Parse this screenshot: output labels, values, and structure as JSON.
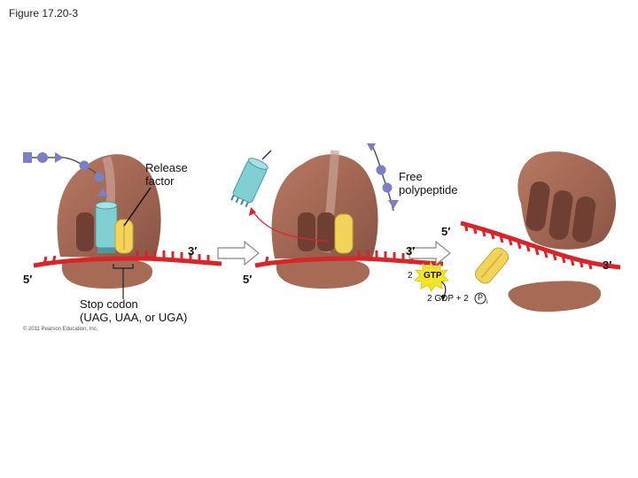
{
  "figure_title": "Figure 17.20-3",
  "labels": {
    "release_factor": "Release\nfactor",
    "free_polypeptide": "Free\npolypeptide",
    "stop_codon": "Stop codon\n(UAG, UAA, or UGA)",
    "gtp": "GTP",
    "gtp_count": "2",
    "gdp_pi": "2 GDP + 2",
    "pi_symbol": "P",
    "pi_subscript": "i",
    "copyright": "© 2011 Pearson Education, Inc."
  },
  "ends": {
    "p1_5": "5′",
    "p1_3": "3′",
    "p2_5": "5′",
    "p2_3": "3′",
    "p3_5": "5′",
    "p3_3": "3′"
  },
  "colors": {
    "ribosome": "#a66a55",
    "ribosome_shadow": "#7d4a3d",
    "mrna": "#d9242a",
    "release_factor": "#7fcfd3",
    "trna": "#f2d45a",
    "amino_acid": "#7b7fc4",
    "gtp_burst": "#f5e625"
  }
}
